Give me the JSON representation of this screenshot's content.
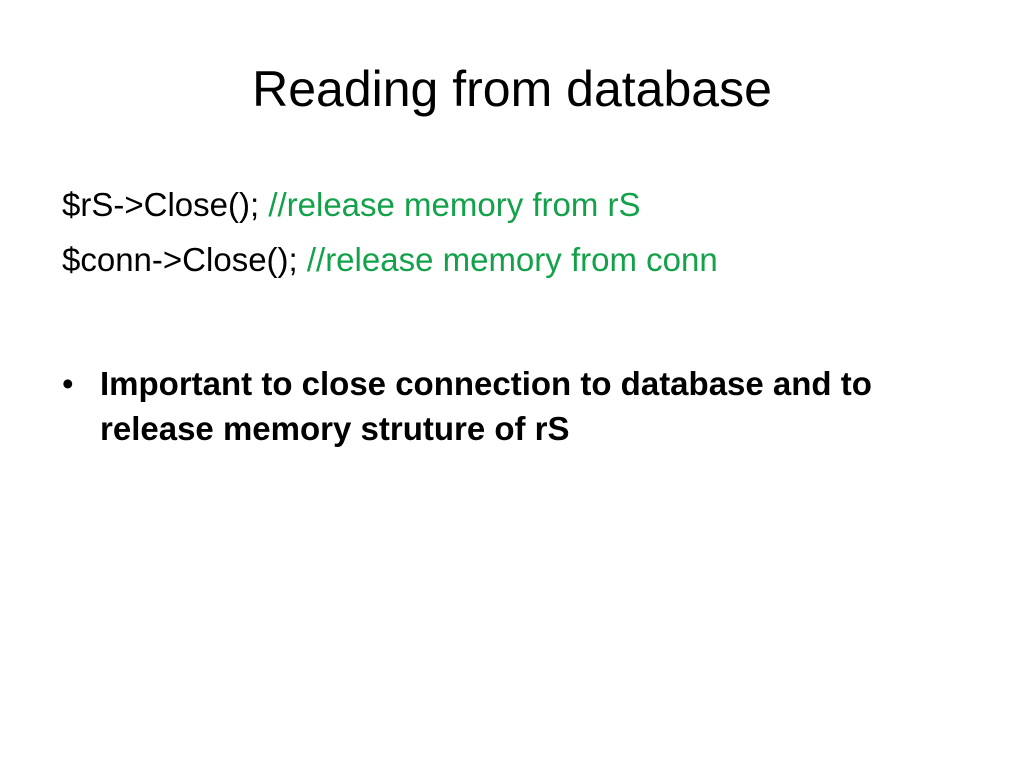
{
  "slide": {
    "title": "Reading from database",
    "code_lines": [
      {
        "code": "$rS->Close(); ",
        "comment": "//release memory from rS"
      },
      {
        "code": "$conn->Close(); ",
        "comment": "//release memory from conn"
      }
    ],
    "bullets": [
      {
        "marker": "•",
        "text": "Important to close connection to database and to release memory struture of rS"
      }
    ]
  },
  "colors": {
    "background": "#ffffff",
    "text": "#000000",
    "comment": "#13a14a"
  }
}
